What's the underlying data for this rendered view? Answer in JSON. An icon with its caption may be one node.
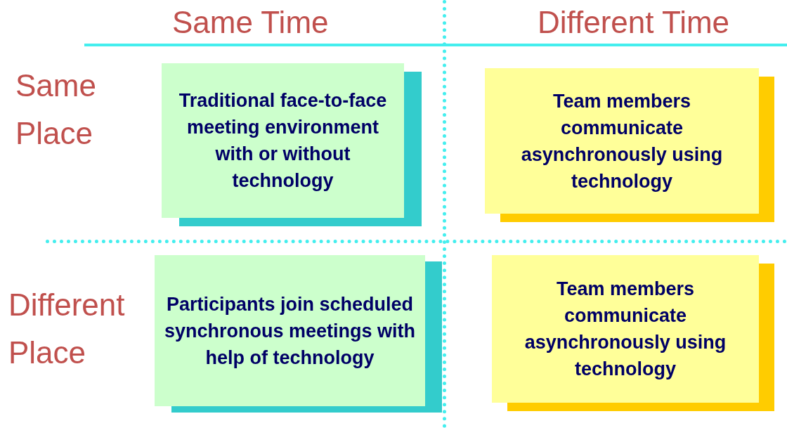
{
  "diagram": {
    "nodes": [
      {
        "text": [
          "Traditional face-to-face meeting environment with or without technology"
        ]
      },
      {
        "text": [
          "Team members communicate asynchronously using technology"
        ]
      },
      {
        "text": [
          "Participants join scheduled synchronous meetings with help of technology"
        ]
      },
      {
        "text": [
          "Team members communicate asynchronously using technology"
        ]
      }
    ],
    "edges": [],
    "labels": [
      "Same Time",
      "Different Time",
      "Same Place",
      "Different Place"
    ]
  }
}
